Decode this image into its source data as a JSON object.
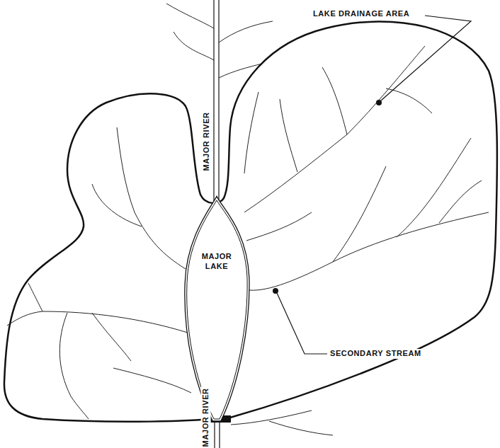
{
  "diagram": {
    "nodes": [
      {
        "text": [
          "MAJOR LAKE"
        ]
      }
    ],
    "labels": [
      "LAKE DRAINAGE AREA",
      "MAJOR RIVER",
      "SECONDARY STREAM",
      "MAJOR RIVER"
    ]
  }
}
